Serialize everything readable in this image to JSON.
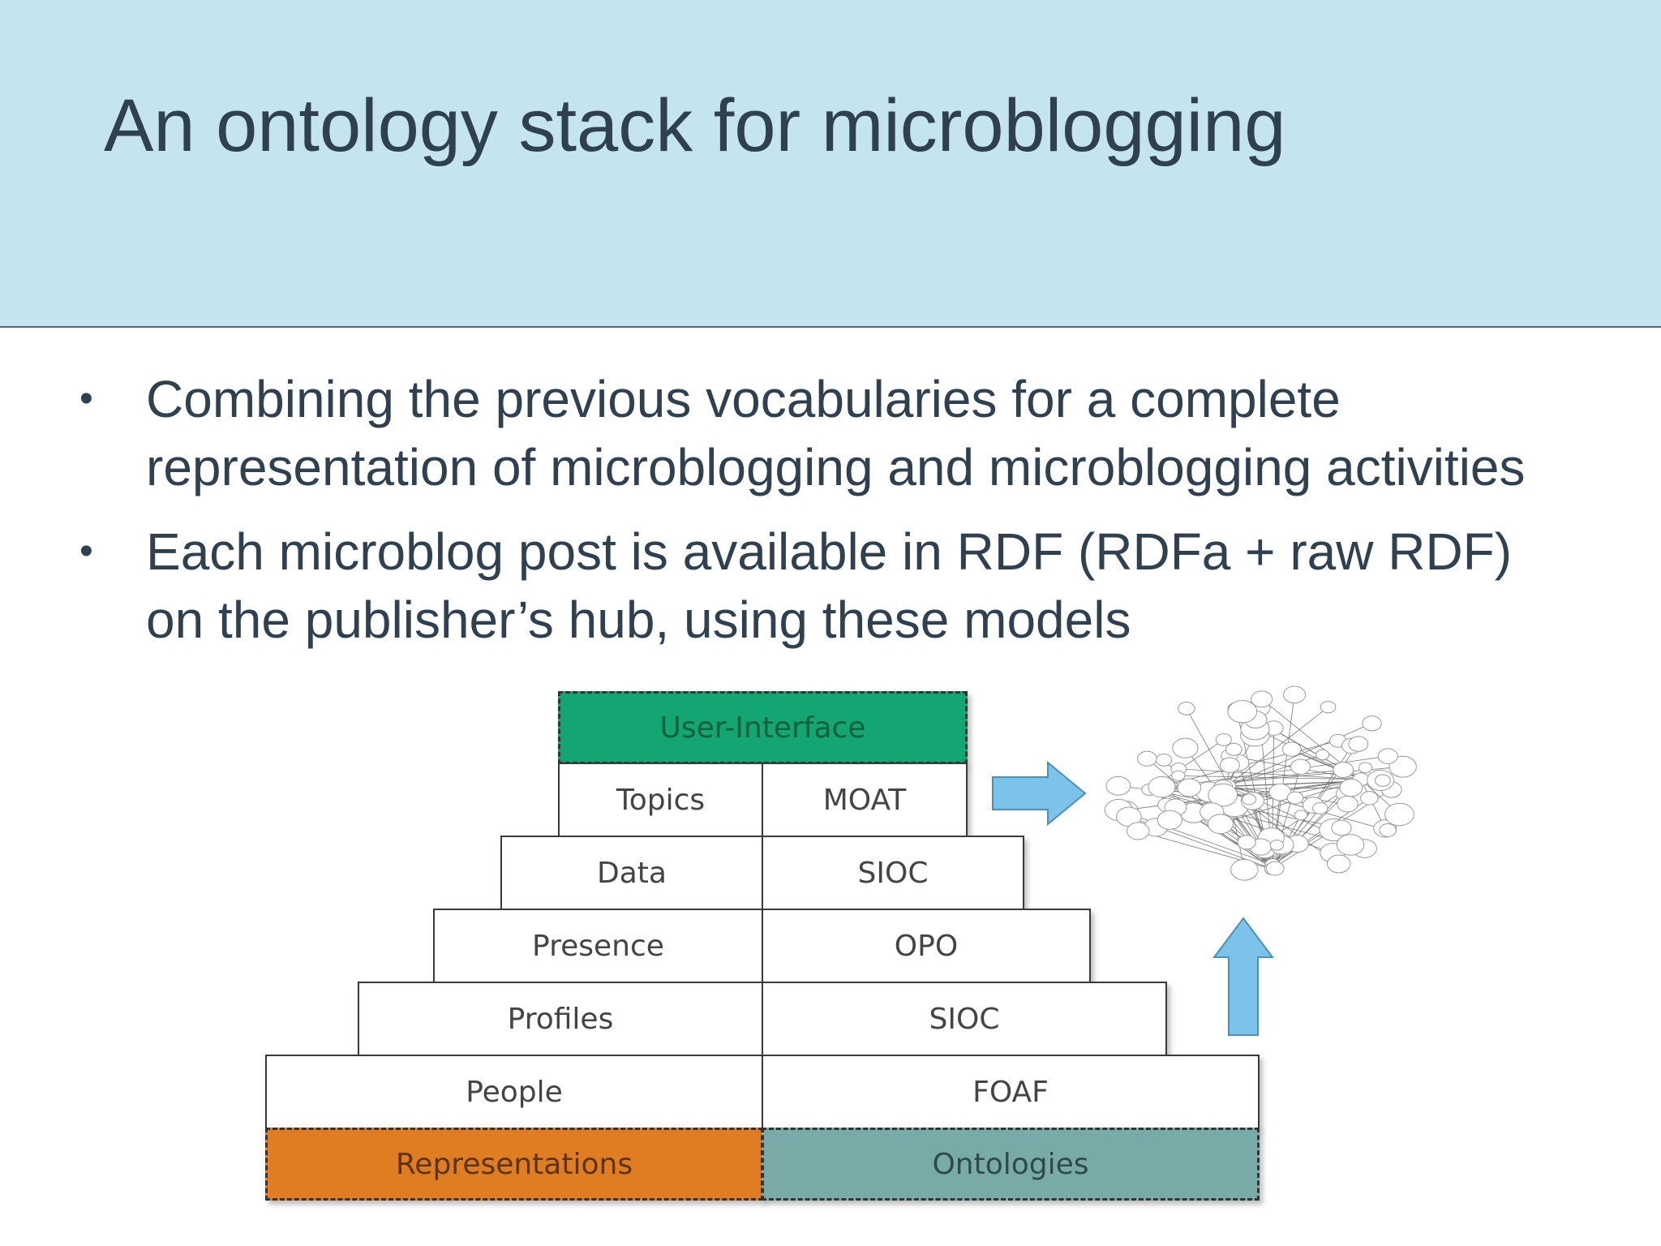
{
  "slide": {
    "title": "An ontology stack for microblogging",
    "bullets": [
      {
        "lines": [
          "Combining the previous vocabularies for a complete",
          "representation of microblogging and microblogging activities"
        ]
      },
      {
        "lines": [
          "Each microblog post is available in RDF (RDFa + raw RDF)",
          "on the publisher’s hub, using these models"
        ]
      }
    ]
  },
  "diagram": {
    "top": "User-Interface",
    "layers": [
      {
        "layer": "Topics",
        "ontology": "MOAT"
      },
      {
        "layer": "Data",
        "ontology": "SIOC"
      },
      {
        "layer": "Presence",
        "ontology": "OPO"
      },
      {
        "layer": "Profiles",
        "ontology": "SIOC"
      },
      {
        "layer": "People",
        "ontology": "FOAF"
      }
    ],
    "bottom_left": "Representations",
    "bottom_right": "Ontologies"
  },
  "colors": {
    "header_bg": "#c4e5f0",
    "user_interface": "#13a572",
    "representations": "#e07d22",
    "ontologies": "#78aba8",
    "arrow": "#7cc3ec"
  }
}
